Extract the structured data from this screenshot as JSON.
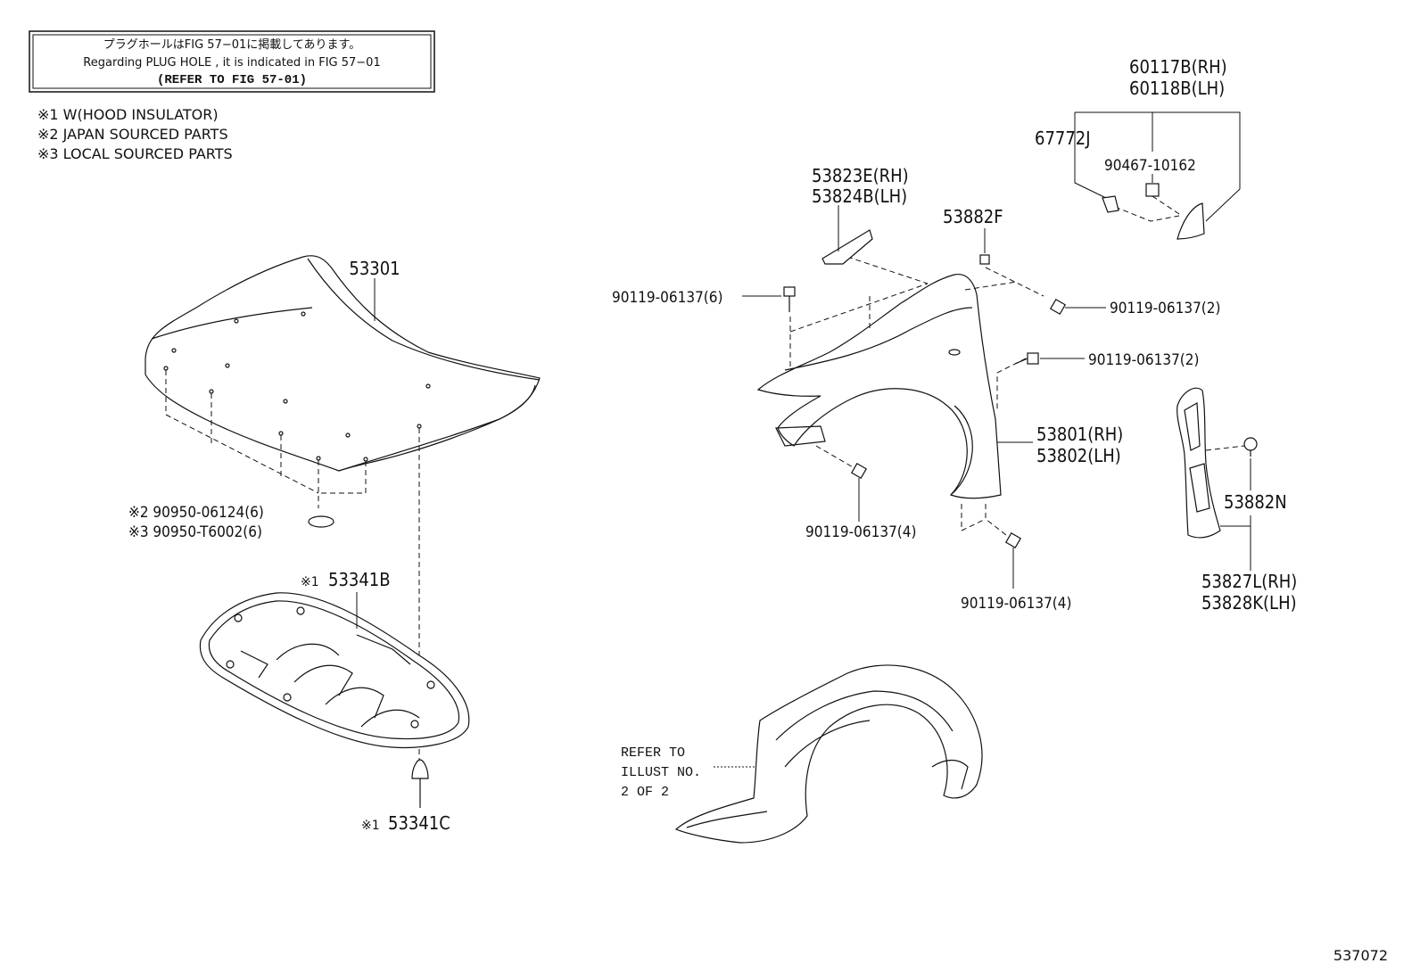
{
  "note_box": {
    "line1": "プラグホールはFIG 57−01に掲載してあります。",
    "line2": "Regarding  PLUG  HOLE , it is indicated in FIG  57−01",
    "line3": "(REFER TO FIG 57-01)"
  },
  "legend": [
    "※1 W(HOOD INSULATOR)",
    "※2 JAPAN SOURCED PARTS",
    "※3 LOCAL SOURCED PARTS"
  ],
  "labels": {
    "hood": "53301",
    "plug_jp": "※2 90950-06124(6)",
    "plug_local": "※3 90950-T6002(6)",
    "insulator_mark": "※1",
    "insulator": "53341B",
    "retainer_mark": "※1",
    "retainer": "53341C",
    "fender_rh": "53801(RH)",
    "fender_lh": "53802(LH)",
    "seal_rh": "53823E(RH)",
    "seal_lh": "53824B(LH)",
    "pad_top": "53882F",
    "bolt_left": "90119-06137(6)",
    "bolt_top_right": "90119-06137(2)",
    "bolt_mid_right": "90119-06137(2)",
    "bolt_front": "90119-06137(4)",
    "bolt_lower": "90119-06137(4)",
    "emblem_rh": "60117B(RH)",
    "emblem_lh": "60118B(LH)",
    "emblem_clip": "67772J",
    "emblem_screw": "90467-10162",
    "splash_rh": "53827L(RH)",
    "splash_lh": "53828K(LH)",
    "splash_clip": "53882N",
    "liner_ref_1": "REFER TO",
    "liner_ref_2": "ILLUST NO.",
    "liner_ref_3": "2 OF 2",
    "diagram_id": "537072"
  },
  "icons": {
    "hood": "hood-panel-icon",
    "insulator": "hood-insulator-icon",
    "fender": "front-fender-icon",
    "liner": "fender-liner-icon",
    "bolt": "bolt-icon",
    "clip": "clip-icon"
  }
}
